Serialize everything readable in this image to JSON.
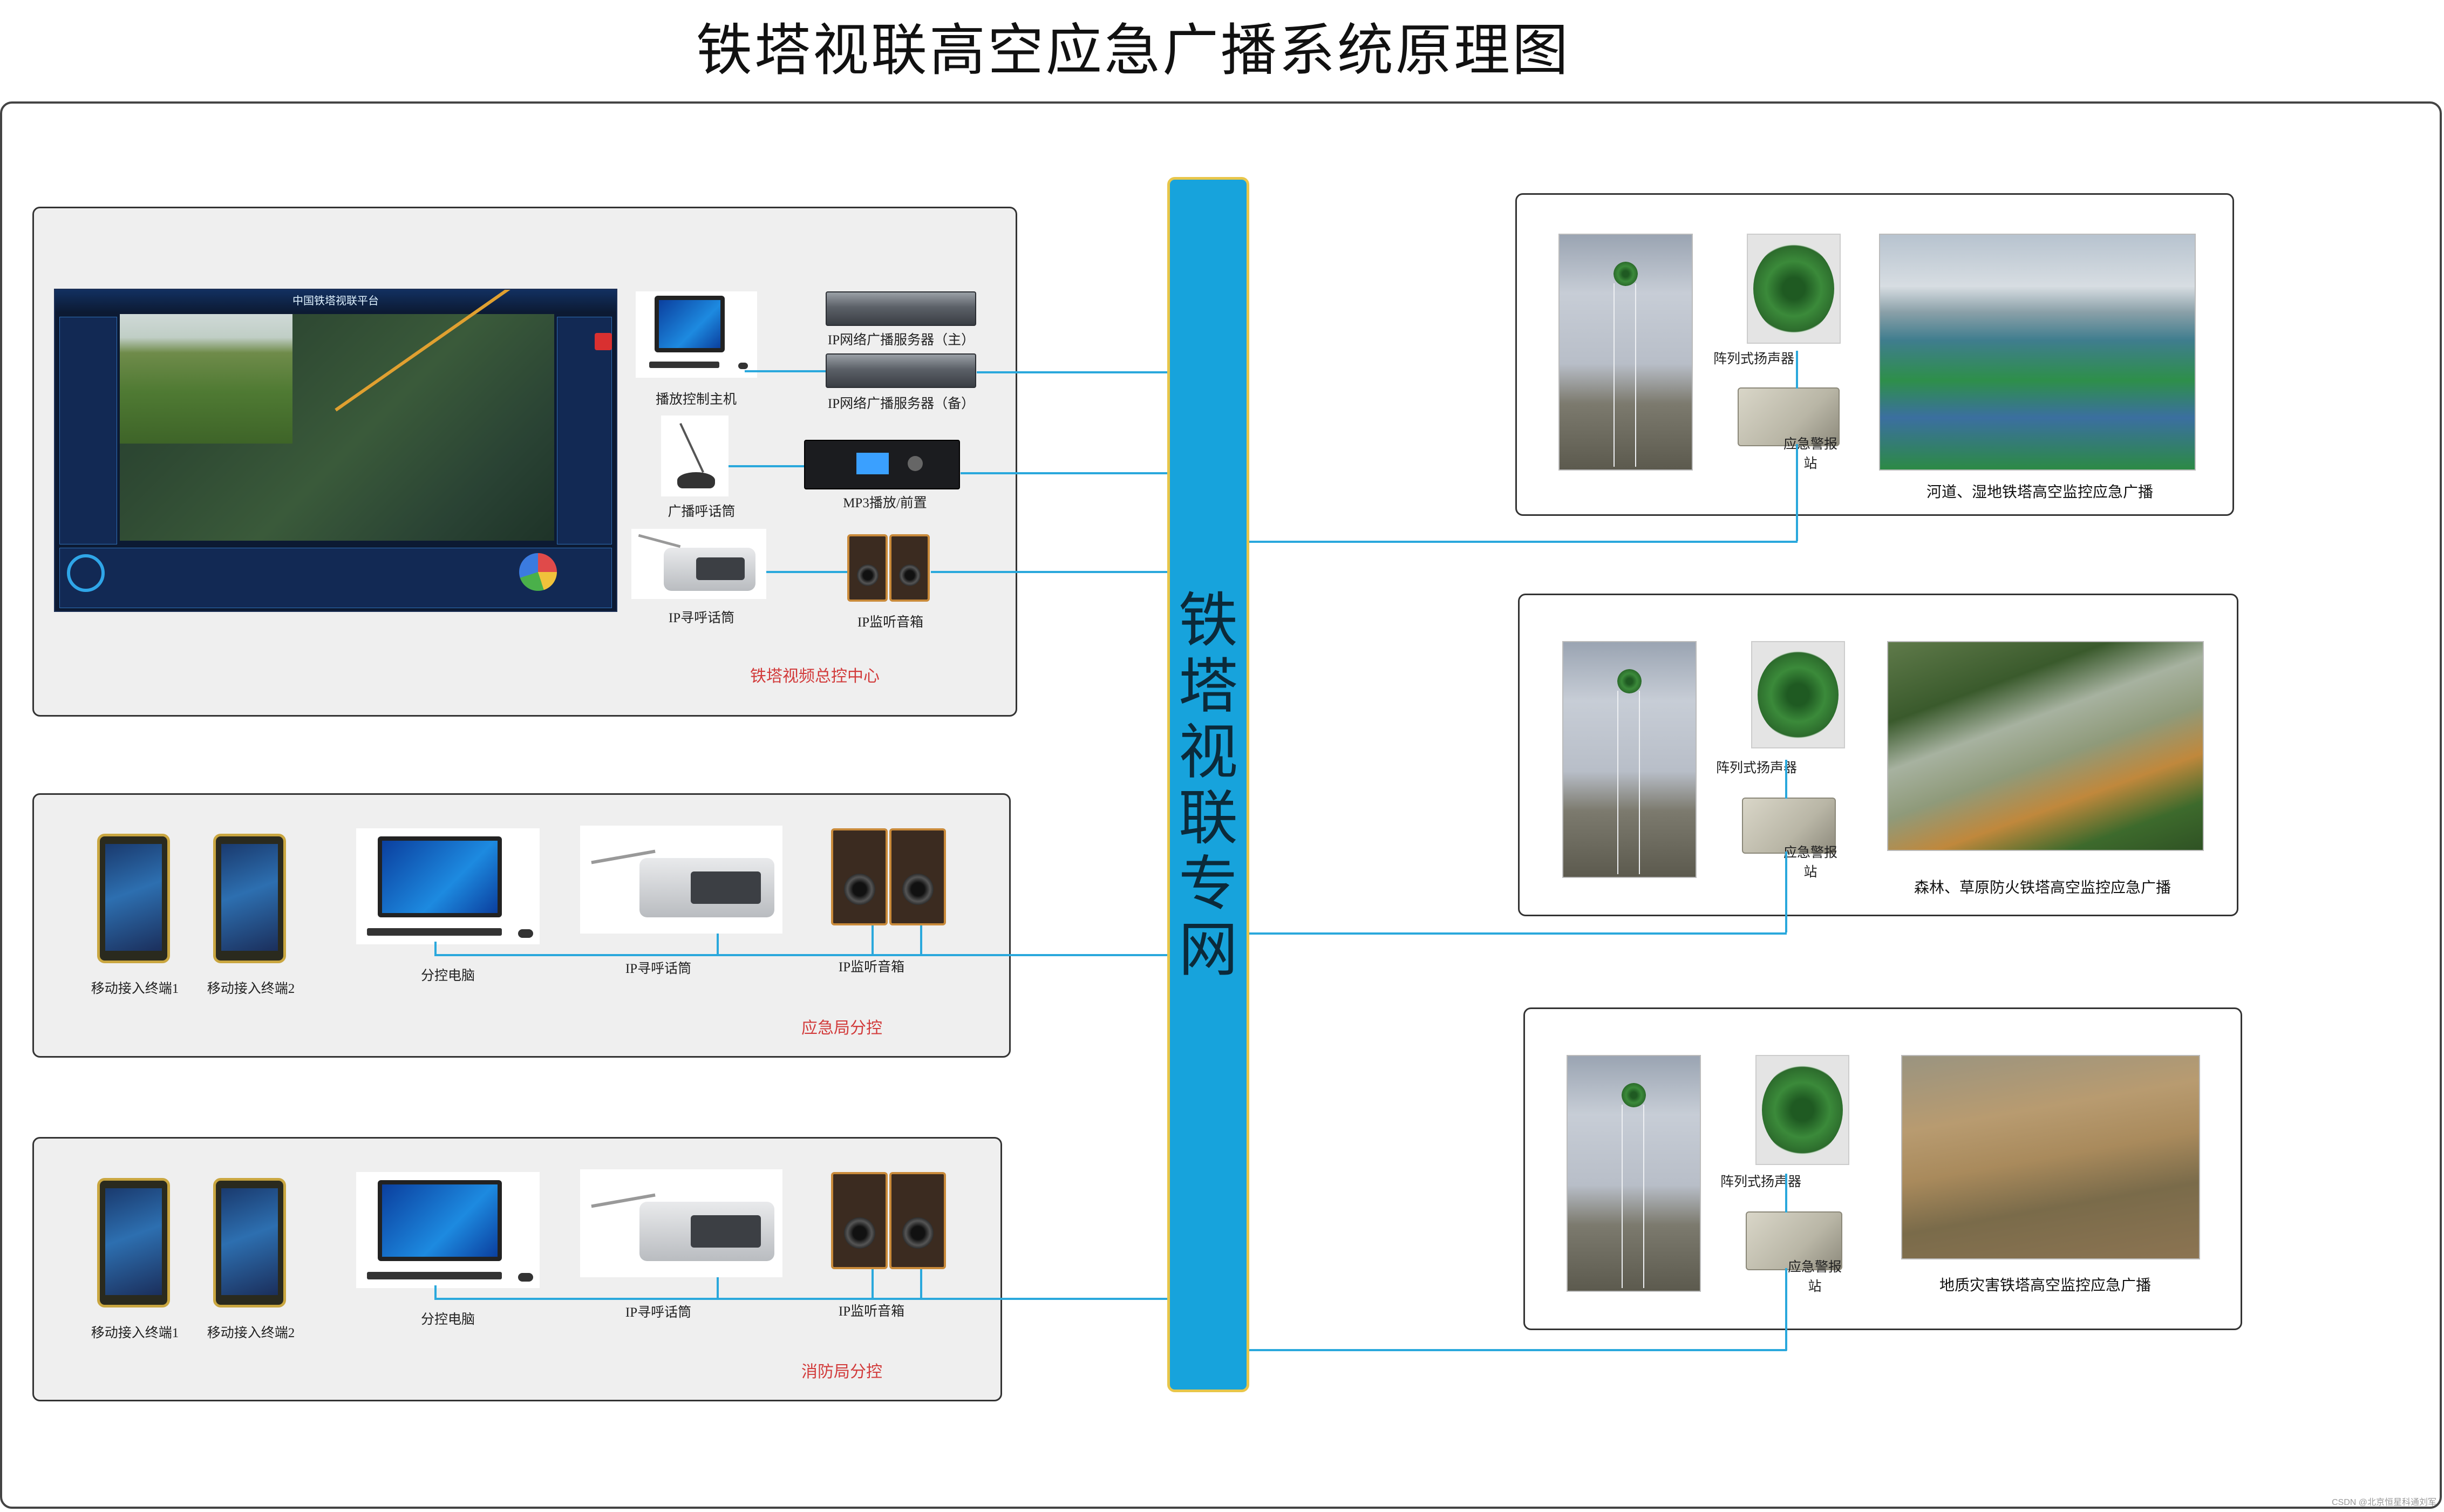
{
  "title": "铁塔视联高空应急广播系统原理图",
  "backbone_label": "铁塔视联专网",
  "control_center": {
    "caption": "铁塔视频总控中心",
    "platform_title": "中国铁塔视联平台",
    "devices": {
      "host": "播放控制主机",
      "server_main": "IP网络广播服务器（主）",
      "server_backup": "IP网络广播服务器（备）",
      "broadcast_mic": "广播呼话筒",
      "mp3": "MP3播放/前置",
      "ip_mic": "IP寻呼话筒",
      "ip_speaker": "IP监听音箱"
    }
  },
  "emergency_branch": {
    "caption": "应急局分控",
    "terminal1": "移动接入终端1",
    "terminal2": "移动接入终端2",
    "pc": "分控电脑",
    "ip_mic": "IP寻呼话筒",
    "ip_speaker": "IP监听音箱"
  },
  "fire_branch": {
    "caption": "消防局分控",
    "terminal1": "移动接入终端1",
    "terminal2": "移动接入终端2",
    "pc": "分控电脑",
    "ip_mic": "IP寻呼话筒",
    "ip_speaker": "IP监听音箱"
  },
  "sites": [
    {
      "speaker": "阵列式扬声器",
      "station": "应急警报站",
      "caption": "河道、湿地铁塔高空监控应急广播"
    },
    {
      "speaker": "阵列式扬声器",
      "station": "应急警报站",
      "caption": "森林、草原防火铁塔高空监控应急广播"
    },
    {
      "speaker": "阵列式扬声器",
      "station": "应急警报站",
      "caption": "地质灾害铁塔高空监控应急广播"
    }
  ],
  "watermark": "CSDN @北京恒星科通刘军",
  "colors": {
    "backbone": "#17a3dc",
    "link": "#2aa8dc",
    "caption_red": "#d23b3b"
  }
}
